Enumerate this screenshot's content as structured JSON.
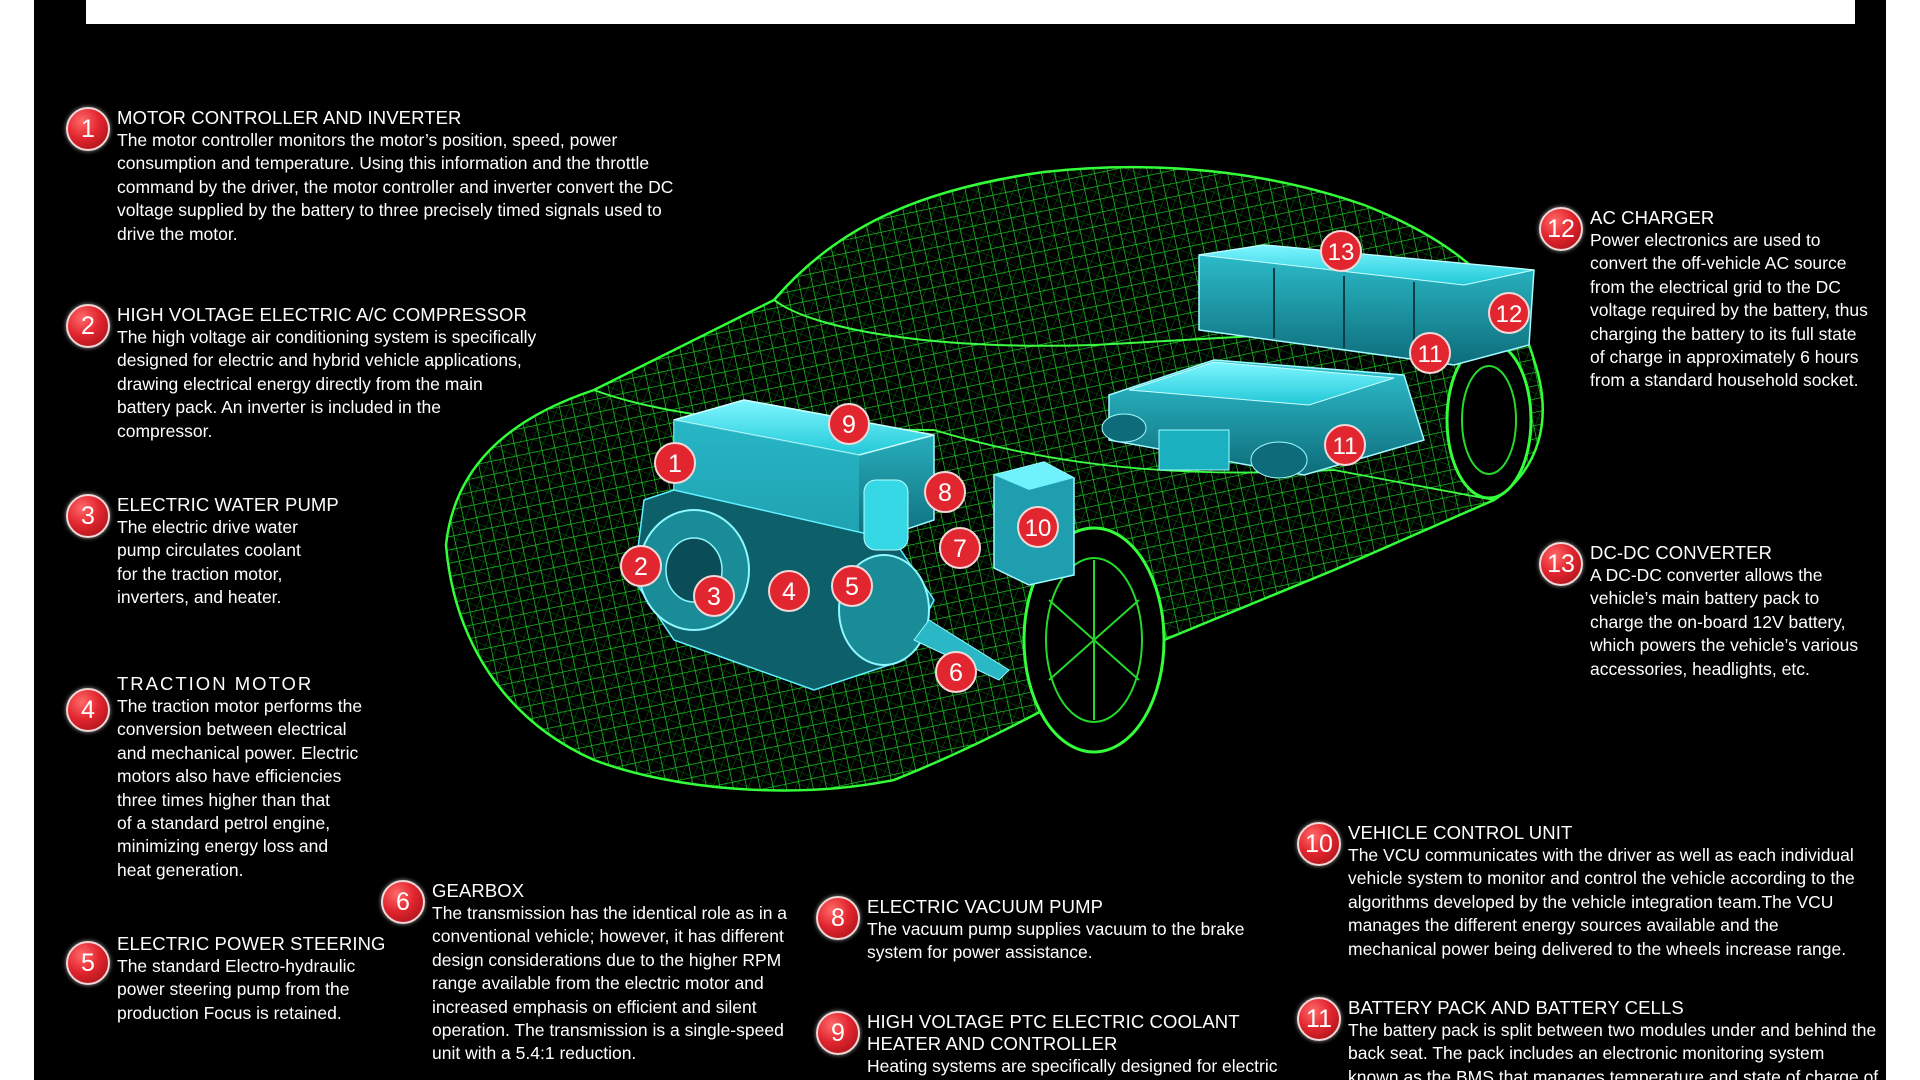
{
  "colors": {
    "background": "#000000",
    "wireframe": "#22e02a",
    "component": "#3fe6f0",
    "badge": "#e2262f",
    "text": "#ffffff"
  },
  "callouts": [
    {
      "number": "1",
      "title": "MOTOR CONTROLLER AND INVERTER",
      "text": "The motor controller monitors the motor’s position, speed, power\nconsumption and temperature. Using this information and the throttle\ncommand by the driver, the motor controller and inverter convert the DC\nvoltage supplied by the battery to three precisely timed signals used to\ndrive the motor."
    },
    {
      "number": "2",
      "title": "HIGH VOLTAGE ELECTRIC A/C COMPRESSOR",
      "text": "The high voltage air conditioning system is specifically\ndesigned for electric and hybrid vehicle applications,\ndrawing electrical energy directly from the main\nbattery pack.  An inverter is included in the\ncompressor."
    },
    {
      "number": "3",
      "title": "ELECTRIC WATER PUMP",
      "text": "The electric drive water\npump circulates coolant\nfor the traction motor,\ninverters, and heater."
    },
    {
      "number": "4",
      "title": "TRACTION MOTOR",
      "text": "The traction motor performs the\nconversion between electrical\nand mechanical power. Electric\nmotors also have efficiencies\nthree times higher than that\nof a standard petrol engine,\nminimizing energy loss and\nheat generation."
    },
    {
      "number": "5",
      "title": "ELECTRIC POWER STEERING",
      "text": "The standard Electro-hydraulic\npower steering pump from the\nproduction Focus is retained."
    },
    {
      "number": "6",
      "title": "GEARBOX",
      "text": "The transmission has the identical role as in a\nconventional vehicle; however, it has different\ndesign considerations due to the higher RPM\nrange available from the electric motor and\nincreased emphasis on efficient and silent\noperation.  The transmission is a single-speed\nunit with a 5.4:1 reduction."
    },
    {
      "number": "8",
      "title": "ELECTRIC VACUUM PUMP",
      "text": "The vacuum pump supplies vacuum to the brake\nsystem for power assistance."
    },
    {
      "number": "9",
      "title": "HIGH VOLTAGE PTC ELECTRIC COOLANT\nHEATER AND CONTROLLER",
      "text": "Heating systems are specifically designed for electric"
    },
    {
      "number": "10",
      "title": "VEHICLE CONTROL UNIT",
      "text": "The VCU communicates with the driver as well as each individual\nvehicle system to monitor and control the vehicle according to the\nalgorithms developed by the vehicle integration team.The VCU\nmanages the different energy sources available and the\nmechanical power being delivered to the wheels increase range."
    },
    {
      "number": "11",
      "title": "BATTERY PACK AND BATTERY CELLS",
      "text": "The battery pack is split between two modules under and behind the\nback seat.  The pack includes an electronic monitoring system\nknown as the BMS that manages temperature and state of charge of"
    },
    {
      "number": "12",
      "title": "AC CHARGER",
      "text": "Power electronics are used to\nconvert the off-vehicle AC source\nfrom the electrical grid to the DC\nvoltage required by the battery, thus\ncharging the battery to its full state\nof charge in approximately 6 hours\nfrom a standard household socket."
    },
    {
      "number": "13",
      "title": "DC-DC CONVERTER",
      "text": "A DC-DC converter allows the\nvehicle’s main battery pack to\ncharge the on-board 12V battery,\nwhich powers the vehicle’s various\naccessories, headlights, etc."
    }
  ],
  "diagram_markers": [
    "1",
    "2",
    "3",
    "4",
    "5",
    "6",
    "7",
    "8",
    "9",
    "10",
    "11",
    "11",
    "12",
    "13"
  ]
}
